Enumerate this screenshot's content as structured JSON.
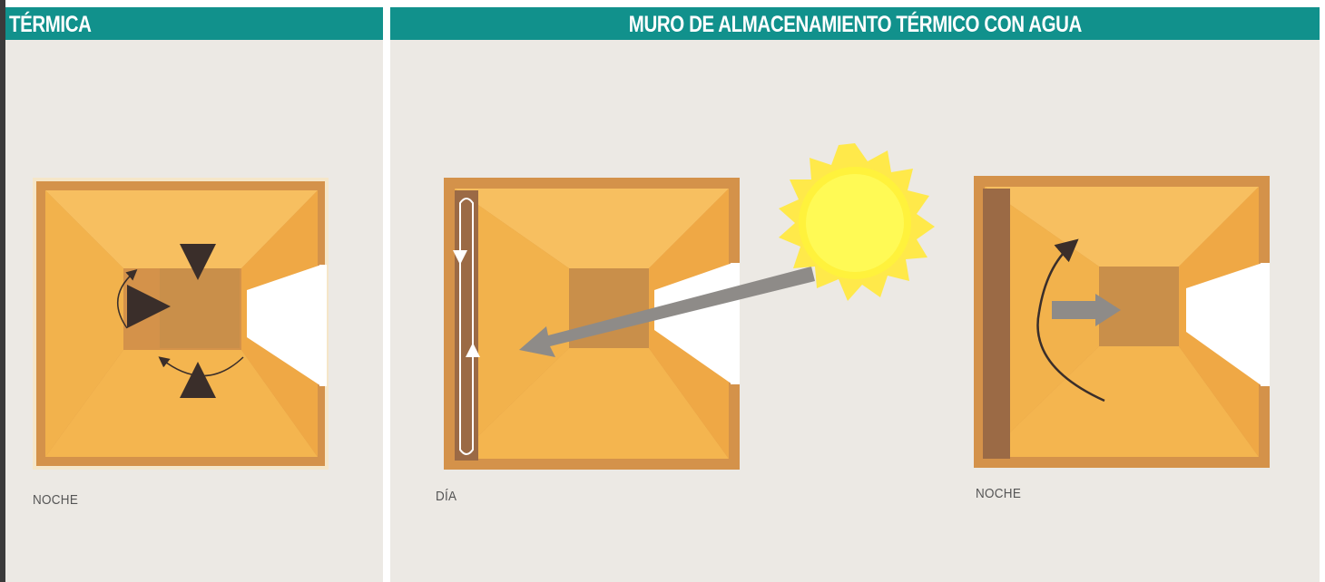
{
  "left_panel": {
    "title": "TÉRMICA",
    "caption": "NOCHE"
  },
  "right_panel": {
    "title": "MURO DE ALMACENAMIENTO TÉRMICO CON AGUA",
    "captions": {
      "day": "DÍA",
      "night": "NOCHE"
    }
  },
  "colors": {
    "header": "#11918c",
    "background": "#ece9e4",
    "room_border": "#d4924a",
    "room_fill": "#f4b84f",
    "thermal_mass": "#c98f4a",
    "water_wall": "#9b6a45",
    "sun": "#ffee33",
    "sun_ray": "#8e8b88",
    "window": "#ffffff"
  },
  "icons": [
    "sun-icon",
    "arrow-icon",
    "circulation-arrow-icon"
  ]
}
